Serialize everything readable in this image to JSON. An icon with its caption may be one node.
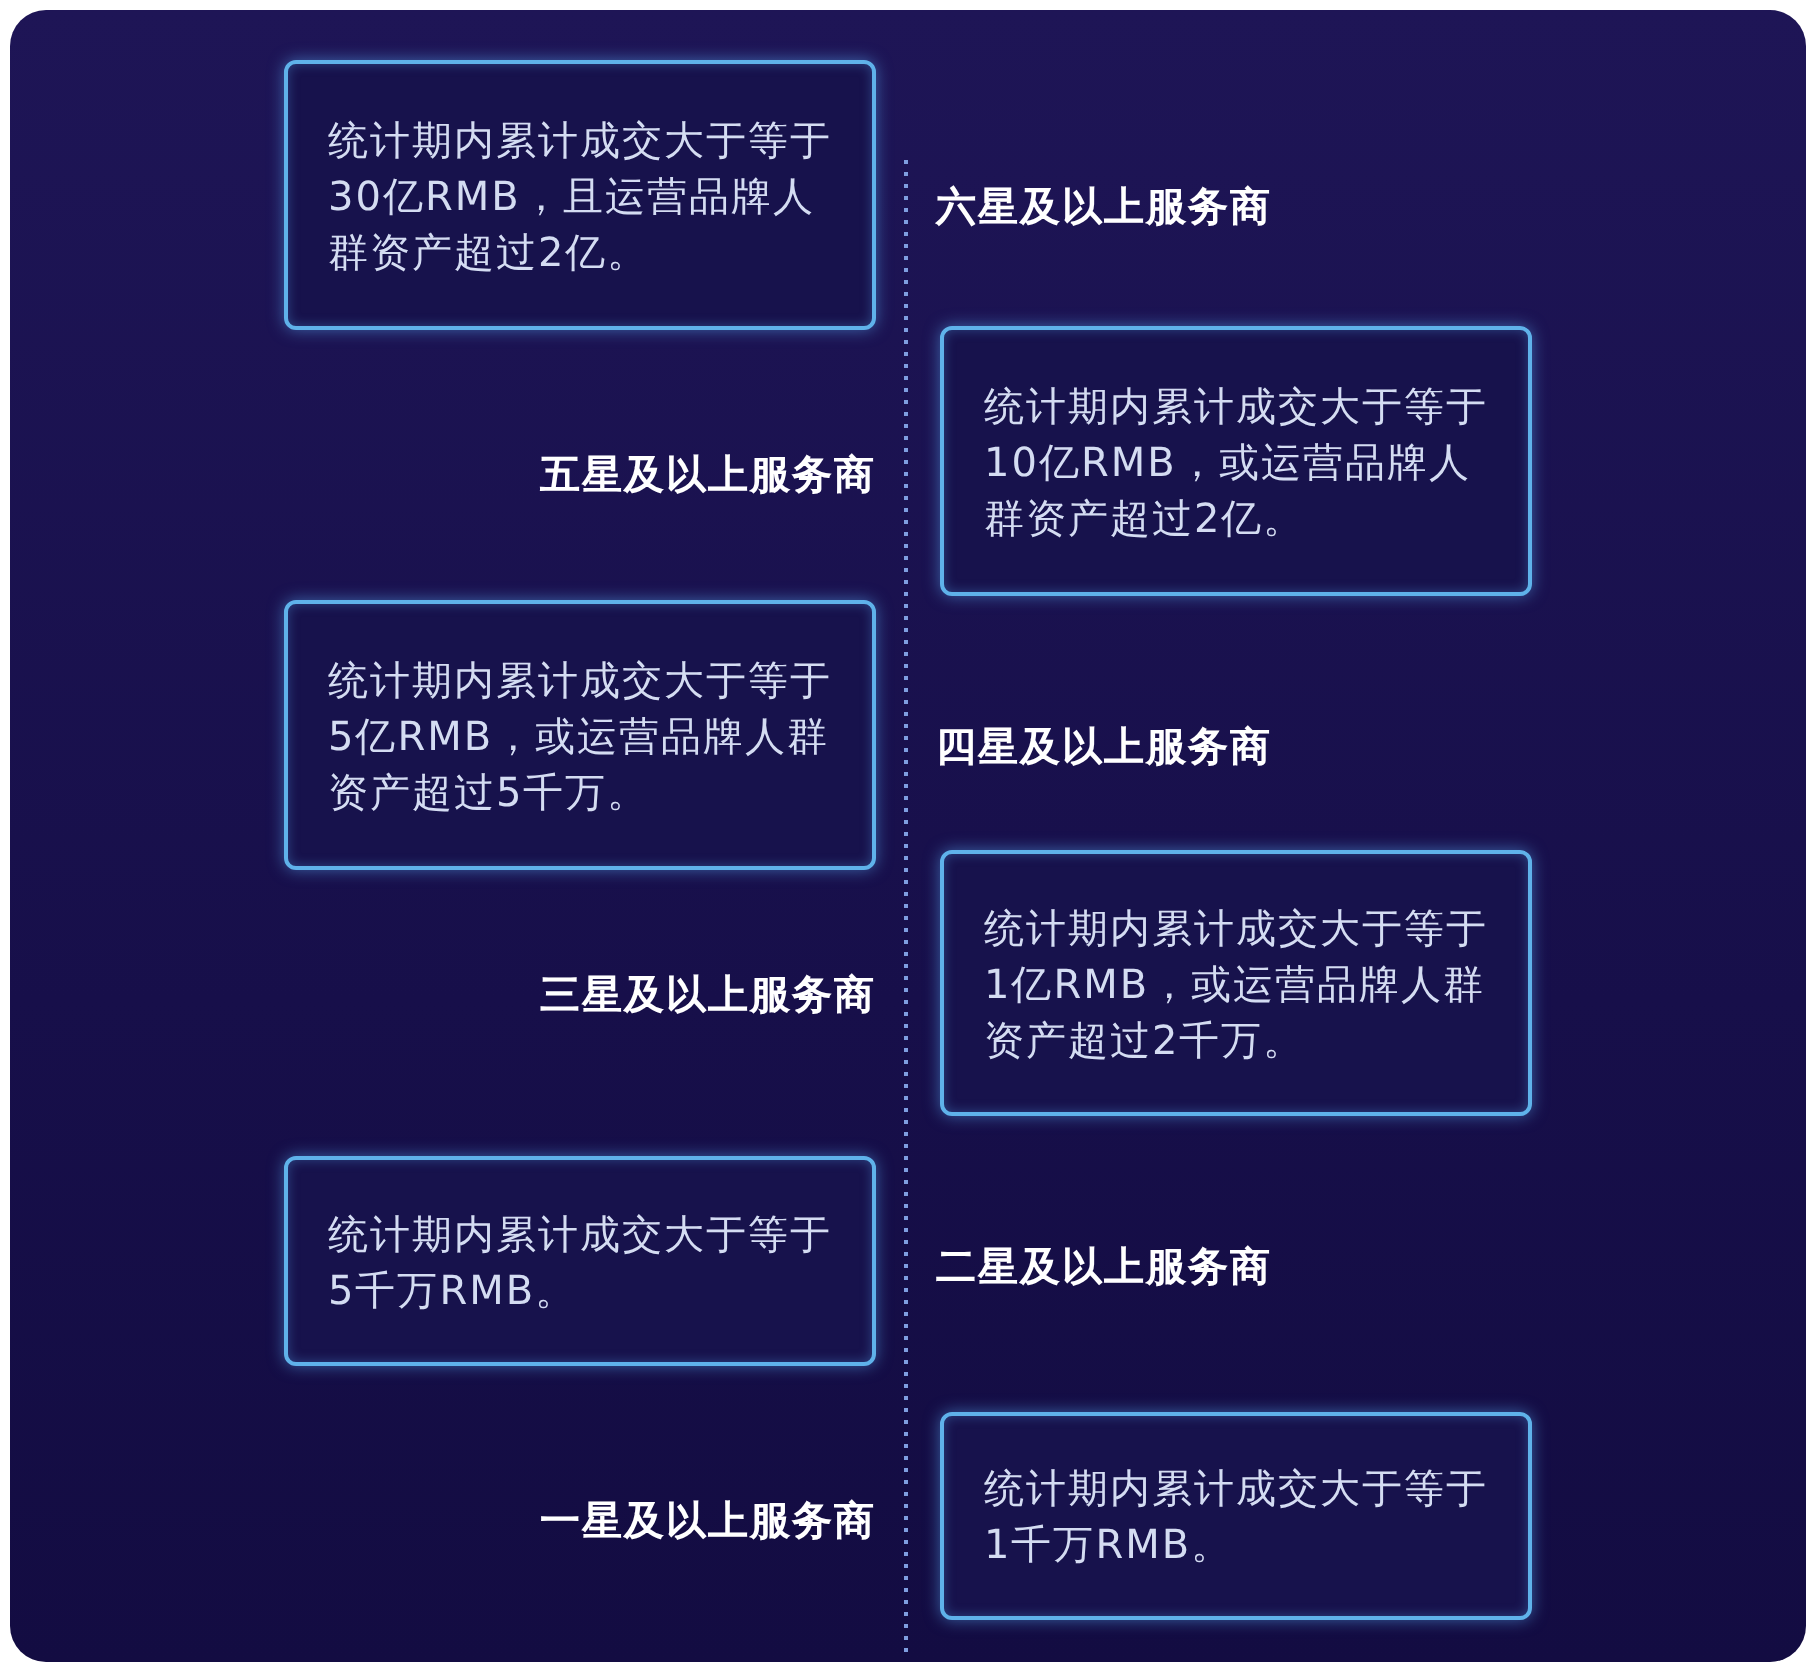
{
  "diagram": {
    "nodes": [
      {
        "text": [
          "统计期内累计成交大于等于30亿RMB，且运营品牌人群资产超过2亿。"
        ],
        "beside": [
          "六星及以上服务商"
        ]
      },
      {
        "text": [
          "统计期内累计成交大于等于10亿RMB，或运营品牌人群资产超过2亿。"
        ],
        "beside": [
          "五星及以上服务商"
        ]
      },
      {
        "text": [
          "统计期内累计成交大于等于5亿RMB，或运营品牌人群资产超过5千万。"
        ],
        "beside": [
          "四星及以上服务商"
        ]
      },
      {
        "text": [
          "统计期内累计成交大于等于1亿RMB，或运营品牌人群资产超过2千万。"
        ],
        "beside": [
          "三星及以上服务商"
        ]
      },
      {
        "text": [
          "统计期内累计成交大于等于5千万RMB。"
        ],
        "beside": [
          "二星及以上服务商"
        ]
      },
      {
        "text": [
          "统计期内累计成交大于等于1千万RMB。"
        ],
        "beside": [
          "一星及以上服务商"
        ]
      }
    ]
  }
}
